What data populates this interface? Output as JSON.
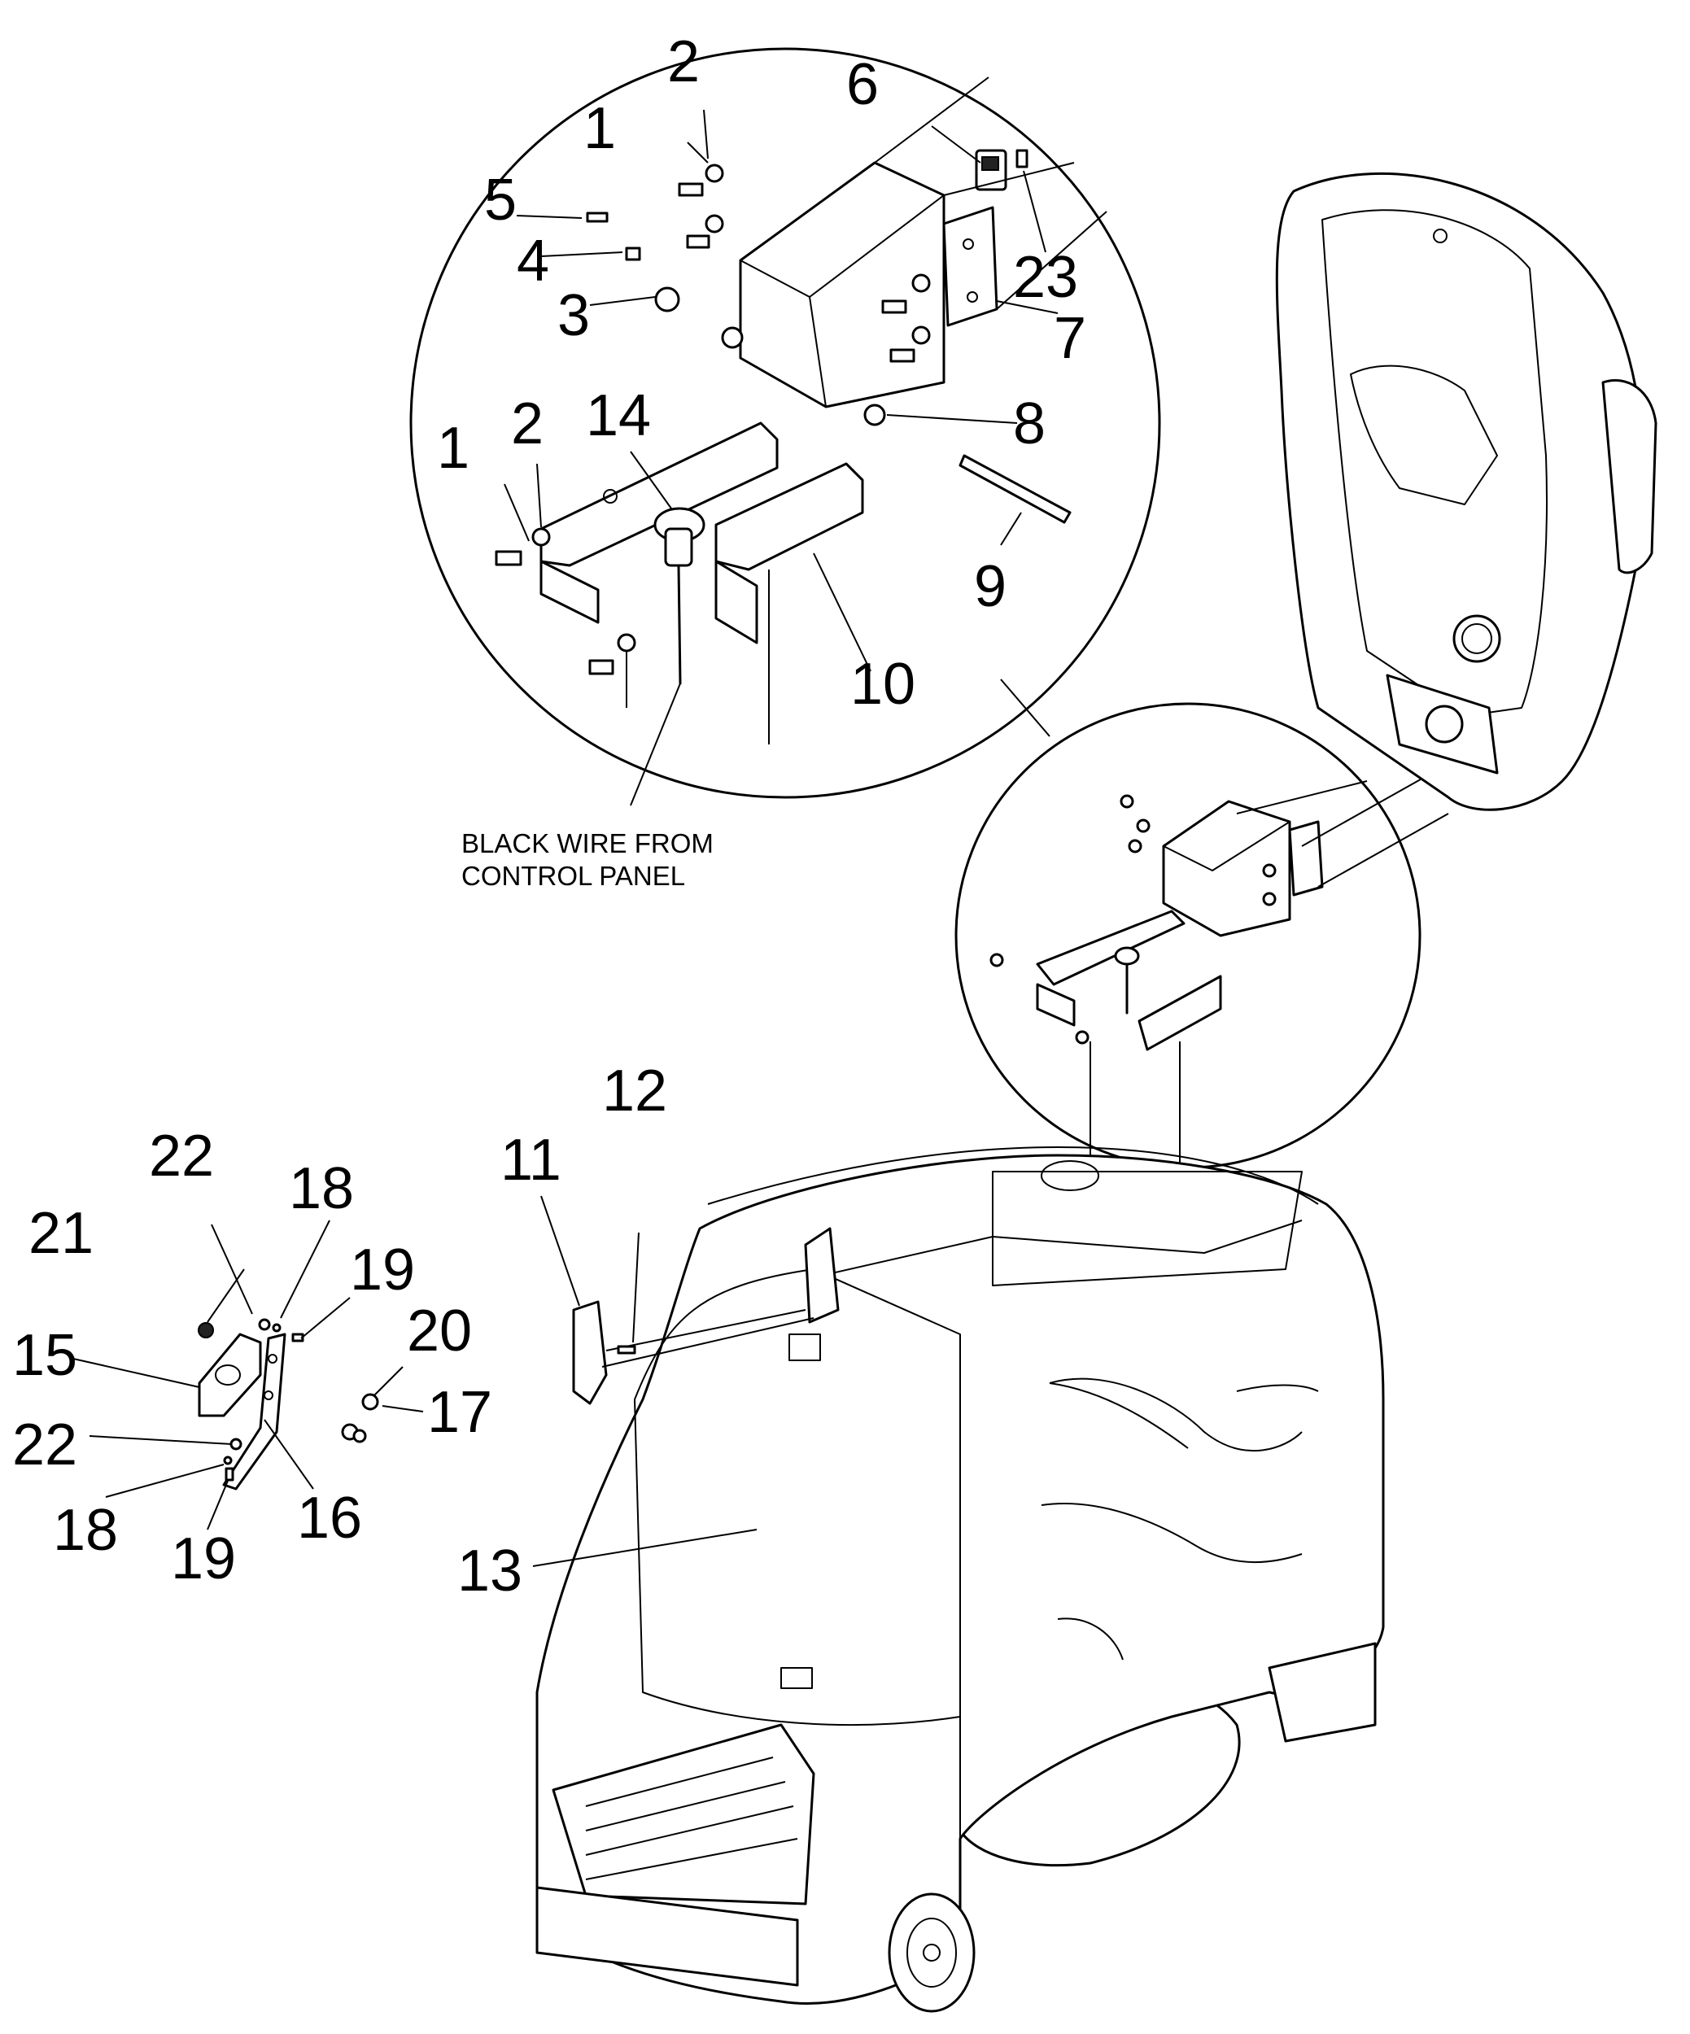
{
  "callouts": {
    "c1a": "1",
    "c2a": "2",
    "c6": "6",
    "c5": "5",
    "c23": "23",
    "c4": "4",
    "c3": "3",
    "c7": "7",
    "c8": "8",
    "c14": "14",
    "c1b": "1",
    "c2b": "2",
    "c9": "9",
    "c10": "10",
    "c12": "12",
    "c11": "11",
    "c22a": "22",
    "c18a": "18",
    "c21": "21",
    "c19a": "19",
    "c20": "20",
    "c15": "15",
    "c17": "17",
    "c22b": "22",
    "c16": "16",
    "c18b": "18",
    "c19b": "19",
    "c13": "13"
  },
  "note": {
    "line1": "BLACK WIRE FROM",
    "line2": "CONTROL PANEL"
  }
}
